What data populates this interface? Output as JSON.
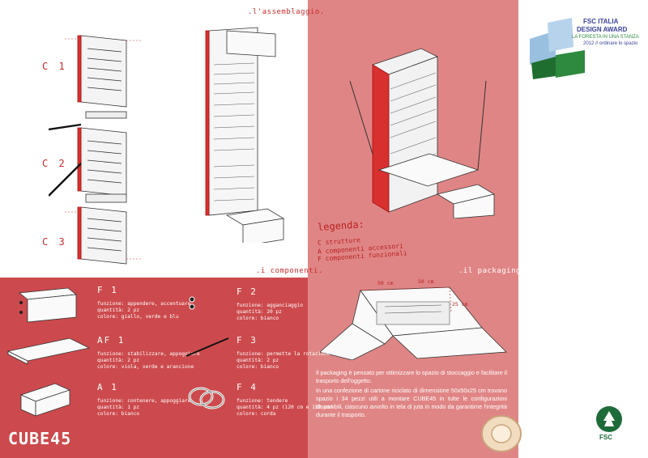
{
  "sections": {
    "assembly": ".l'assemblaggio.",
    "components": ".i componenti.",
    "packaging": ".il packaging."
  },
  "structure_labels": [
    "C 1",
    "C 2",
    "C 3"
  ],
  "legend": {
    "title": "legenda:",
    "items": [
      "C strutture",
      "A componenti accessori",
      "F componenti funzionali"
    ]
  },
  "components": [
    {
      "code": "F 1",
      "lines": [
        "funzione: appendere, accentuare",
        "quantità: 2 pz",
        "colore: giallo, verde e blu"
      ]
    },
    {
      "code": "F 2",
      "lines": [
        "funzione: agganciaggio",
        "quantità: 20 pz",
        "colore: bianco"
      ]
    },
    {
      "code": "AF 1",
      "lines": [
        "funzione: stabilizzare, appoggiare",
        "quantità: 2 pz",
        "colore: viola, verde e arancione"
      ]
    },
    {
      "code": "F 3",
      "lines": [
        "funzione: permette la rotazione",
        "quantità: 2 pz",
        "colore: bianco"
      ]
    },
    {
      "code": "A 1",
      "lines": [
        "funzione: contenere, appoggiare",
        "quantità: 1 pz",
        "colore: bianco"
      ]
    },
    {
      "code": "F 4",
      "lines": [
        "funzione: tendere",
        "quantità: 4 pz (120 cm e 150 cm)",
        "colore: corda"
      ]
    }
  ],
  "dimensions": {
    "width_a": "50 cm",
    "width_b": "50 cm",
    "height": "25 cm"
  },
  "packaging_text": [
    "Il packaging è pensato per ottimizzare lo spazio di stoccaggio e facilitare il trasporto dell'oggetto.",
    "In una confezione di cartone riciclato di dimensione 50x50x25 cm trovano spazio i 34 pezzi utili a montare CUBE45 in tutte le configurazioni disponibili, ciascuno avvolto in tela di juta in modo da garantirne l'integrità durante il trasporto."
  ],
  "brand": "CUBE45",
  "award": {
    "line1": "FSC ITALIA",
    "line2": "DESIGN AWARD",
    "line3": "LA FORESTA IN UNA STANZA",
    "line4": "2012 // ordinare lo spazio"
  },
  "fsc_logo_text": "FSC",
  "colors": {
    "accent": "#cc2a2a",
    "panel_light": "#e08585",
    "panel_dark": "#cc4a4d",
    "fsc_green": "#1e6b3a"
  }
}
